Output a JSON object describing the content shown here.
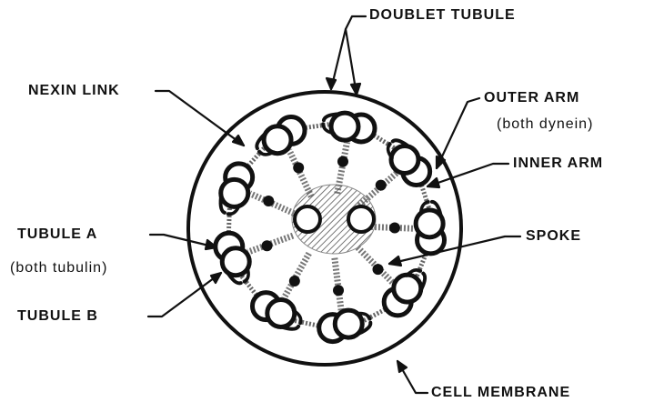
{
  "labels": {
    "doublet_tubule": "DOUBLET TUBULE",
    "nexin_link": "NEXIN LINK",
    "outer_arm": "OUTER ARM",
    "outer_arm_note": "(both dynein)",
    "inner_arm": "INNER ARM",
    "tubule_a": "TUBULE A",
    "tubule_a_note": "(both tubulin)",
    "spoke": "SPOKE",
    "tubule_b": "TUBULE B",
    "cell_membrane": "CELL MEMBRANE"
  },
  "diagram": {
    "doublet_count": 9,
    "central_pair_count": 2,
    "radial_spoke_count": 9,
    "colors": {
      "ink": "#111111",
      "paper": "#ffffff",
      "hatch": "#555555"
    }
  }
}
